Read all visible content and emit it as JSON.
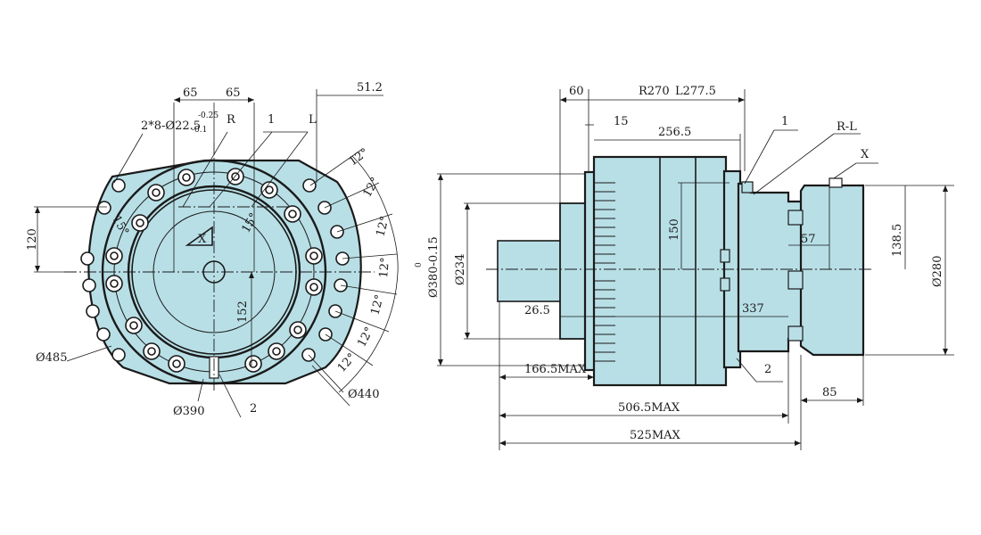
{
  "front_view": {
    "dims": {
      "w65_left": "65",
      "w65_right": "65",
      "offset_512": "51.2",
      "bolt_spec": "2*8-Ø22.5",
      "tol_upper": "-0.25",
      "tol_lower": "-0.1",
      "h120": "120",
      "h152": "152",
      "d485": "Ø485",
      "d390": "Ø390",
      "d440": "Ø440",
      "angle_15": "15°",
      "angle_15b": "15°",
      "angle_12": "12°"
    },
    "callouts": {
      "r": "R",
      "one": "1",
      "l": "L",
      "x": "X",
      "two": "2"
    }
  },
  "side_view": {
    "dims": {
      "w60": "60",
      "r270": "R270",
      "l2775": "L277.5",
      "w15": "15",
      "w2565": "256.5",
      "h150": "150",
      "w57": "57",
      "h1385": "138.5",
      "d380_tol_upper": "0",
      "d380": "Ø380-0.15",
      "d234": "Ø234",
      "d280": "Ø280",
      "w265": "26.5",
      "w337": "337",
      "w1665": "166.5MAX",
      "w5065": "506.5MAX",
      "w525": "525MAX",
      "w85": "85"
    },
    "callouts": {
      "one": "1",
      "rl": "R-L",
      "x": "X",
      "two": "2"
    }
  }
}
